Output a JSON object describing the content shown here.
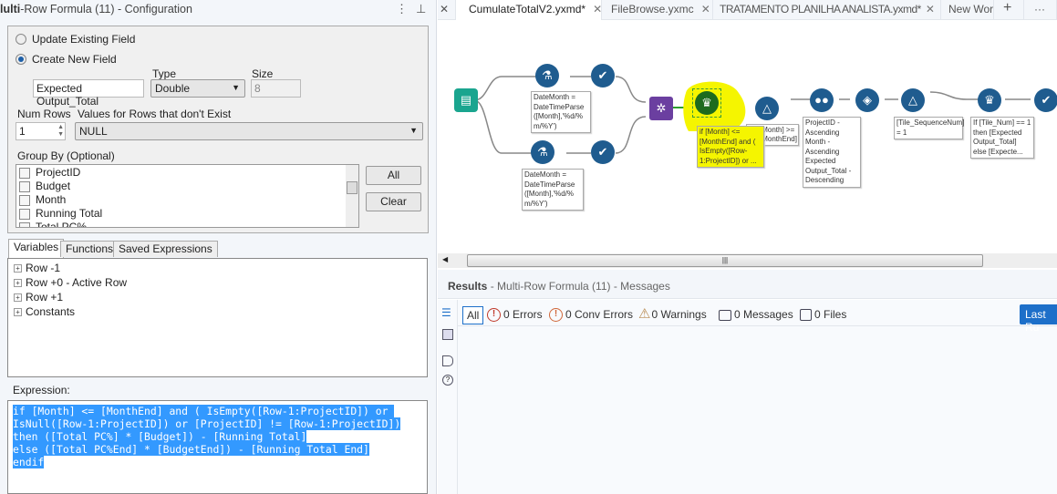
{
  "config": {
    "title_bold": "lulti",
    "title_rest": "-Row Formula (11) - Configuration",
    "update_existing_label": "Update Existing Field",
    "create_new_label": "Create New  Field",
    "selected_mode": "create_new",
    "field_name": "Expected Output_Total",
    "type_label": "Type",
    "type_value": "Double",
    "size_label": "Size",
    "size_value": "8",
    "num_rows_label": "Num Rows",
    "num_rows_value": "1",
    "nonexist_label": "Values for Rows that don't Exist",
    "nonexist_value": "NULL",
    "groupby_label": "Group By (Optional)",
    "groupby_items": [
      "ProjectID",
      "Budget",
      "Month",
      "Running Total",
      "Total PC%"
    ],
    "all_button": "All",
    "clear_button": "Clear",
    "tabs": [
      "Variables",
      "Functions",
      "Saved Expressions"
    ],
    "tree_items": [
      "Row -1",
      "Row +0 - Active Row",
      "Row +1",
      "Constants"
    ],
    "expression_label": "Expression:",
    "expression_lines": [
      "if [Month] <= [MonthEnd] and ( IsEmpty([Row-1:ProjectID]) or ",
      "IsNull([Row-1:ProjectID]) or [ProjectID] != [Row-1:ProjectID])",
      "then ([Total PC%] * [Budget]) - [Running Total]",
      "else ([Total PC%End] * [BudgetEnd]) - [Running Total End]",
      "endif"
    ]
  },
  "doc_tabs": [
    {
      "label": "CumulateTotalV2.yxmd*",
      "active": true
    },
    {
      "label": "FileBrowse.yxmc",
      "active": false
    },
    {
      "label": "TRATAMENTO PLANILHA ANALISTA.yxmd*",
      "active": false
    },
    {
      "label": "New Wor",
      "active": false
    }
  ],
  "canvas": {
    "annotations": {
      "formula_top": "DateMonth = DateTimeParse ([Month],'%d/% m/%Y')",
      "formula_bottom": "DateMonth = DateTimeParse ([Month],'%d/% m/%Y')",
      "multirow": "if [Month] <= [MonthEnd] and ( IsEmpty([Row-1:ProjectID]) or ...",
      "filter1": "[Month] >= [MonthEnd]",
      "sort": "ProjectID - Ascending Month - Ascending Expected Output_Total - Descending",
      "filter2": "[Tile_SequenceNum] = 1",
      "formula_end": "If [Tile_Num] == 1 then [Expected Output_Total] else [Expecte..."
    },
    "highlight_color": "#f5f500"
  },
  "results": {
    "title_bold": "Results",
    "title_rest": " - Multi-Row Formula (11) - Messages",
    "filters": {
      "all": "All",
      "errors": "0 Errors",
      "conv_errors": "0 Conv Errors",
      "warnings": "0 Warnings",
      "messages": "0 Messages",
      "files": "0 Files"
    },
    "last_run": "Last Ru"
  }
}
